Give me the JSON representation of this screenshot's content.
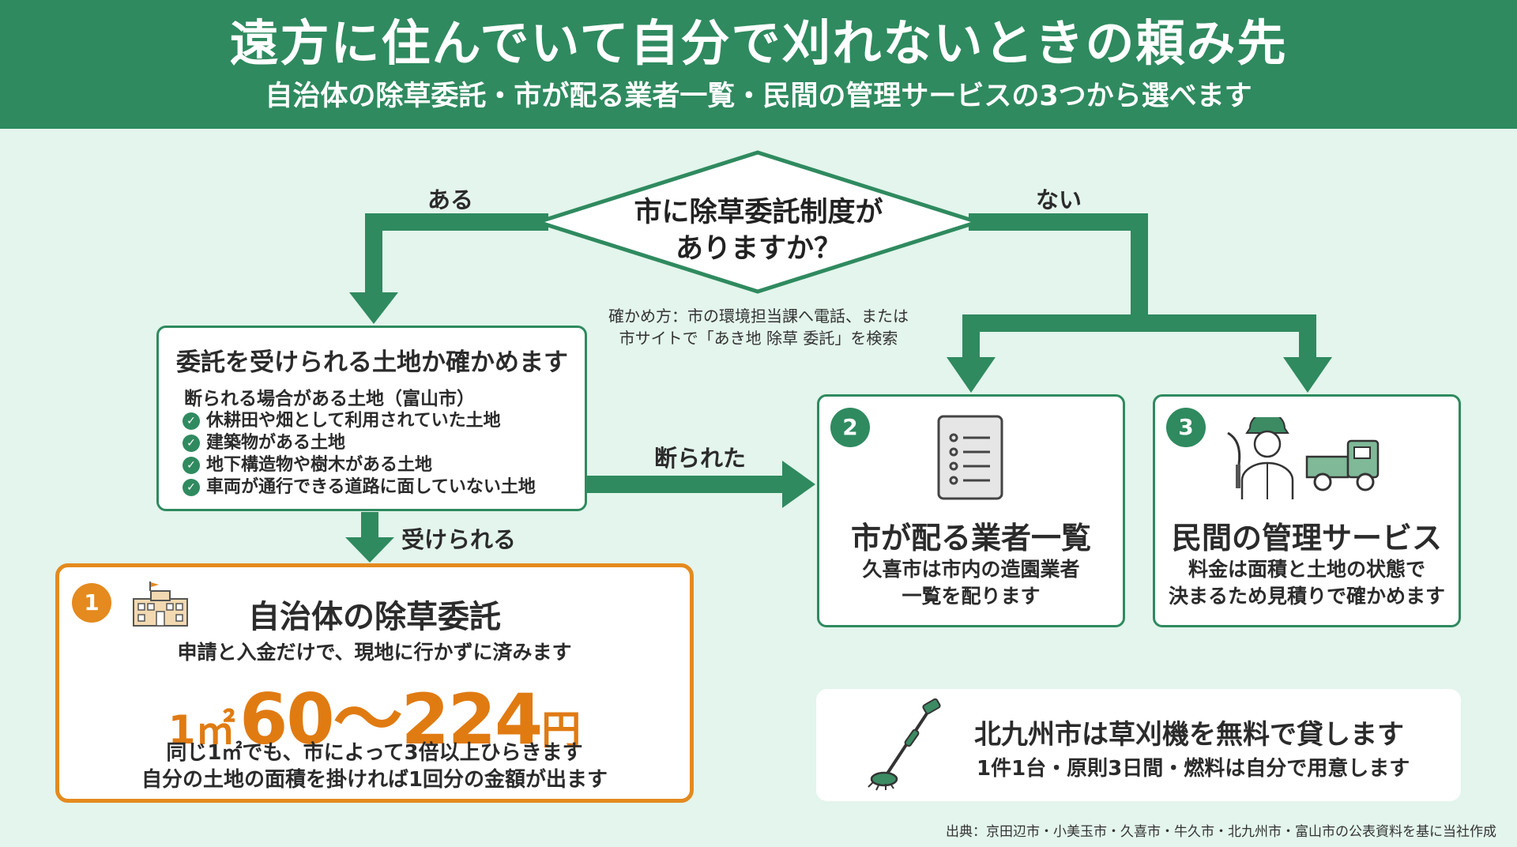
{
  "header": {
    "title": "遠方に住んでいて自分で刈れないときの頼み先",
    "subtitle": "自治体の除草委託・市が配る業者一覧・民間の管理サービスの3つから選べます"
  },
  "question": {
    "text": "市に除草委託制度が ありますか？",
    "yes_label": "ある",
    "no_label": "ない",
    "hint_line1": "確かめ方：市の環境担当課へ電話、または",
    "hint_line2": "市サイトで「あき地 除草 委託」を検索"
  },
  "check": {
    "title": "委託を受けられる土地か確かめます",
    "subtitle": "断られる場合がある土地（富山市）",
    "items": [
      "休耕田や畑として利用されていた土地",
      "建築物がある土地",
      "地下構造物や樹木がある土地",
      "車両が通行できる道路に面していない土地"
    ],
    "accepted_label": "受けられる",
    "refused_label": "断られた"
  },
  "option1": {
    "number": "1",
    "title": "自治体の除草委託",
    "line1": "申請と入金だけで、現地に行かずに済みます",
    "price_unit": "1㎡",
    "price_range": "60〜224",
    "price_yen": "円",
    "line2": "同じ1㎡でも、市によって3倍以上ひらきます",
    "line3": "自分の土地の面積を掛ければ1回分の金額が出ます",
    "icon": "building-icon"
  },
  "option2": {
    "number": "2",
    "title": "市が配る業者一覧",
    "line1": "久喜市は市内の造園業者",
    "line2": "一覧を配ります",
    "icon": "document-list-icon"
  },
  "option3": {
    "number": "3",
    "title": "民間の管理サービス",
    "line1": "料金は面積と土地の状態で",
    "line2": "決まるため見積りで確かめます",
    "icon": "worker-truck-icon"
  },
  "note": {
    "title": "北九州市は草刈機を無料で貸します",
    "desc": "1件1台・原則3日間・燃料は自分で用意します",
    "icon": "grass-trimmer-icon"
  },
  "source": "出典：京田辺市・小美玉市・久喜市・牛久市・北九州市・富山市の公表資料を基に当社作成",
  "colors": {
    "green": "#2f8a5f",
    "orange": "#e48a1e",
    "background": "#e3f5ec"
  }
}
